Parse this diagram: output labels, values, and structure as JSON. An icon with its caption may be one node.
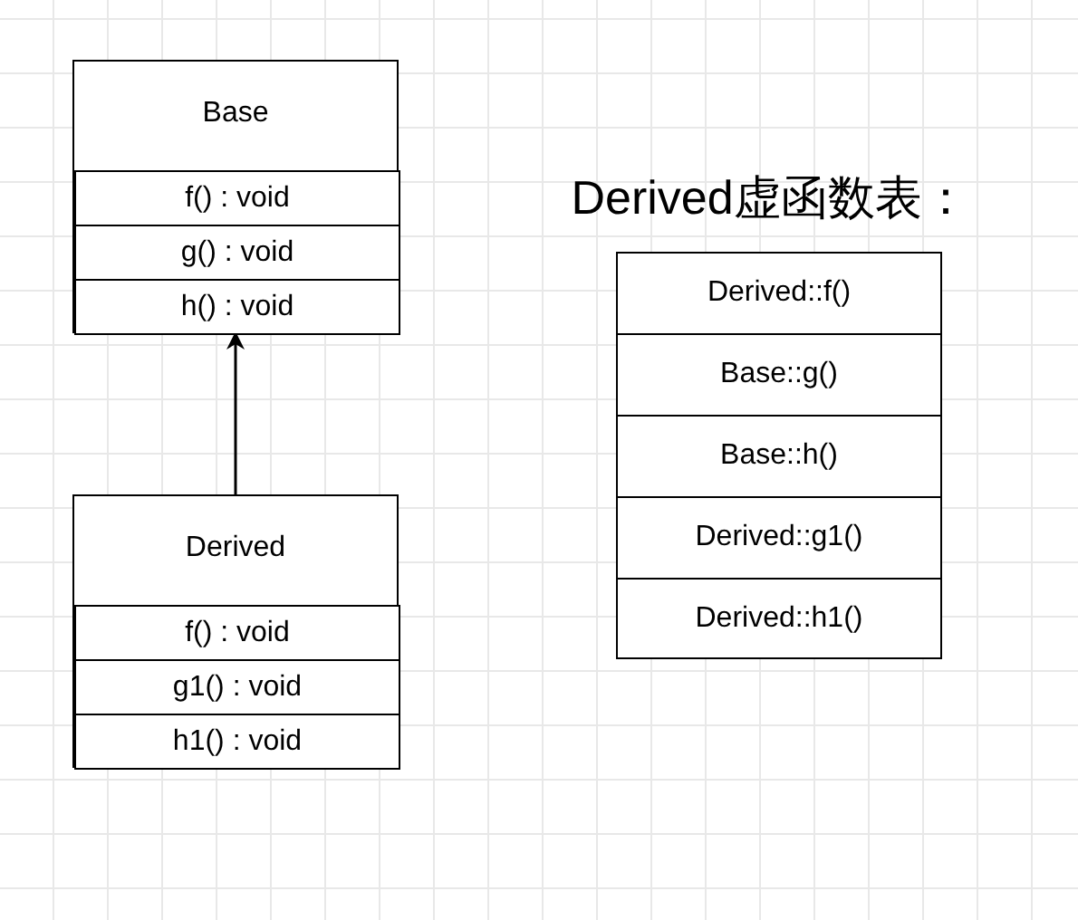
{
  "diagram": {
    "nodes": [
      {
        "text": [
          "Base"
        ]
      },
      {
        "text": [
          "f() : void"
        ],
        "in": 0
      },
      {
        "text": [
          "g() : void"
        ],
        "in": 0
      },
      {
        "text": [
          "h() : void"
        ],
        "in": 0
      },
      {
        "text": [
          "Derived"
        ]
      },
      {
        "text": [
          "f() : void"
        ],
        "in": 4
      },
      {
        "text": [
          "g1() : void"
        ],
        "in": 4
      },
      {
        "text": [
          "h1() : void"
        ],
        "in": 4
      },
      {
        "text": [
          "Derived虚函数表："
        ]
      },
      {
        "text": [
          "Derived::f()"
        ],
        "in": 8
      },
      {
        "text": [
          "Base::g()"
        ],
        "in": 8
      },
      {
        "text": [
          "Base::h()"
        ],
        "in": 8
      },
      {
        "text": [
          "Derived::g1()"
        ],
        "in": 8
      },
      {
        "text": [
          "Derived::h1()"
        ],
        "in": 8
      }
    ],
    "edges": [
      {
        "from": 4,
        "to": 0,
        "arrow": "to"
      }
    ]
  }
}
